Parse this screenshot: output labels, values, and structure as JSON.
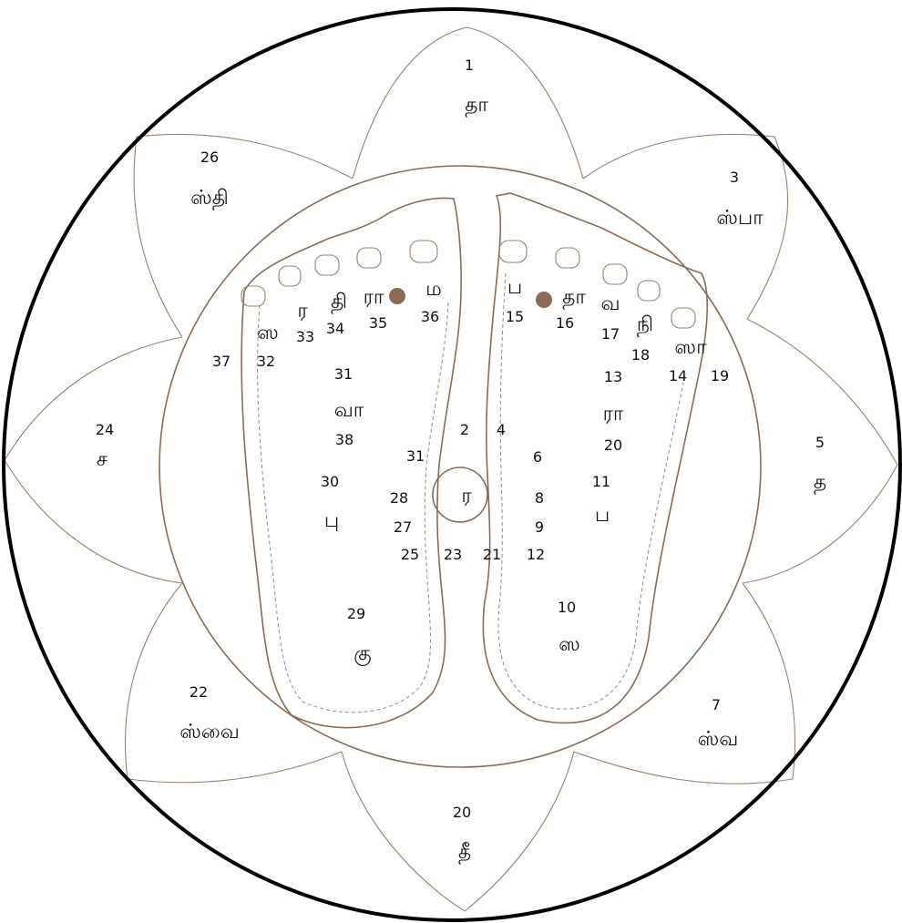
{
  "petals": [
    {
      "id": "top",
      "number": "1",
      "syllable": "தா"
    },
    {
      "id": "top-right",
      "number": "3",
      "syllable": "ஸ்பா"
    },
    {
      "id": "right",
      "number": "5",
      "syllable": "த"
    },
    {
      "id": "bottom-right",
      "number": "7",
      "syllable": "ஸ்வ"
    },
    {
      "id": "bottom",
      "number": "20",
      "syllable": "தீ"
    },
    {
      "id": "bottom-left",
      "number": "22",
      "syllable": "ஸ்வை"
    },
    {
      "id": "left",
      "number": "24",
      "syllable": "ச"
    },
    {
      "id": "top-left",
      "number": "26",
      "syllable": "ஸ்தி"
    }
  ],
  "left_foot": {
    "toes": [
      {
        "syllable": "ஸ",
        "number": "32"
      },
      {
        "syllable": "ர",
        "number": "33"
      },
      {
        "syllable": "தி",
        "number": "34"
      },
      {
        "syllable": "ரா",
        "number": "35"
      },
      {
        "syllable": "ம",
        "number": "36"
      }
    ],
    "outer_number": "37",
    "sole": {
      "number": "31",
      "syllable": "வா",
      "below": "38"
    },
    "mid": {
      "number": "30",
      "syllable": "பு"
    },
    "heel": {
      "number": "29",
      "syllable": "கு"
    },
    "inner_numbers": [
      "31",
      "28",
      "27",
      "25"
    ]
  },
  "right_foot": {
    "toes": [
      {
        "syllable": "ப",
        "number": "15"
      },
      {
        "syllable": "தா",
        "number": "16"
      },
      {
        "syllable": "வ",
        "number": "17"
      },
      {
        "syllable": "நி",
        "number": "18"
      },
      {
        "syllable": "ஸா",
        "number": "14"
      }
    ],
    "outer_number": "19",
    "sole": {
      "number": "13",
      "syllable": "ரா",
      "below": "20"
    },
    "mid": {
      "number": "11",
      "syllable": "ப"
    },
    "heel": {
      "number": "10",
      "syllable": "ஸ"
    },
    "inner_numbers": [
      "4",
      "6",
      "8",
      "9",
      "12"
    ]
  },
  "center": {
    "syllable": "ர",
    "left_number": "2",
    "bottom_numbers": [
      "23",
      "21"
    ]
  }
}
